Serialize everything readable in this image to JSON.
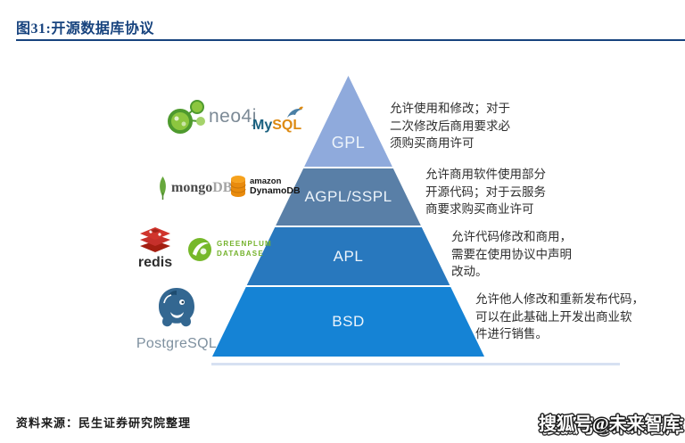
{
  "header": {
    "title": "图31:开源数据库协议",
    "accent_color": "#17437E"
  },
  "pyramid": {
    "levels": [
      {
        "label": "GPL",
        "color": "#8FAADC",
        "description": "允许使用和修改；对于\n二次修改后商用要求必\n须购买商用许可"
      },
      {
        "label": "AGPL/SSPL",
        "color": "#597FA7",
        "description": "允许商用软件使用部分\n开源代码；对于云服务\n商要求购买商业许可"
      },
      {
        "label": "APL",
        "color": "#2878BE",
        "description": "允许代码修改和商用，\n需要在使用协议中声明\n改动。"
      },
      {
        "label": "BSD",
        "color": "#1583D5",
        "description": "允许他人修改和重新发布代码，\n可以在此基础上开发出商业软\n件进行销售。"
      }
    ]
  },
  "logos": {
    "neo4j": {
      "label": "neo4j"
    },
    "mysql": {
      "part1": "My",
      "part2": "SQL"
    },
    "mongodb": {
      "part1": "mongo",
      "part2": "DB"
    },
    "dynamodb": {
      "line1": "amazon",
      "line2": "DynamoDB"
    },
    "redis": {
      "label": "redis"
    },
    "greenplum": {
      "line1": "GREENPLUM",
      "line2": "DATABASE"
    },
    "postgresql": {
      "label": "PostgreSQL"
    }
  },
  "footer": {
    "source": "资料来源：民生证券研究院整理",
    "watermark": "搜狐号@未来智库"
  }
}
